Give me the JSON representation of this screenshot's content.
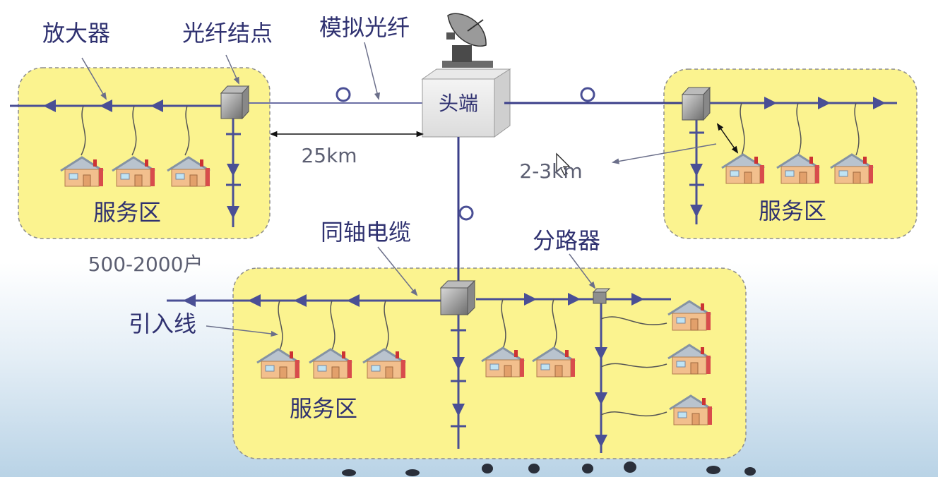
{
  "title_labels": {
    "amplifier": "放大器",
    "fiber_node": "光纤结点",
    "analog_fiber": "模拟光纤",
    "headend": "头端",
    "coax_cable": "同轴电缆",
    "splitter": "分路器",
    "drop_line": "引入线"
  },
  "measurements": {
    "distance_fiber": "25km",
    "distance_coax": "2-3km",
    "households": "500-2000户"
  },
  "service_area_label": "服务区",
  "colors": {
    "line": "#4a4f95",
    "area_fill": "#fbf38f",
    "node_fill": "#8e8e8e",
    "text": "#2f3170",
    "gray_text": "#5c5f72"
  }
}
